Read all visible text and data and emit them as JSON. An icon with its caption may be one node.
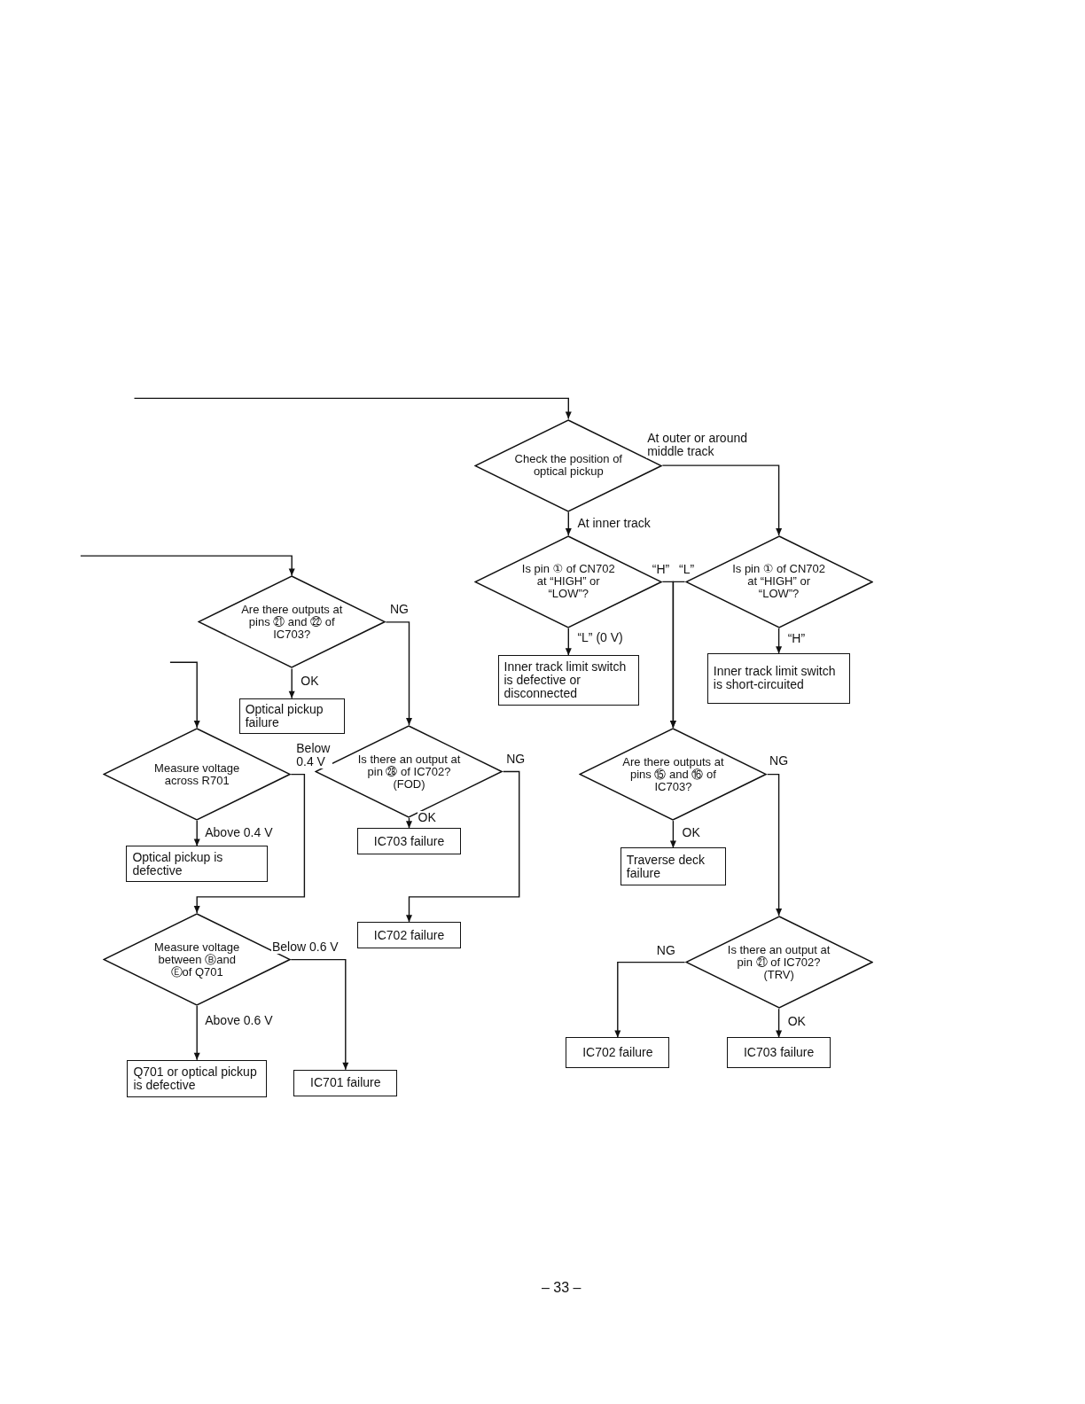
{
  "diagram": {
    "nodes": [
      {
        "text": [
          "Check the position of optical pickup"
        ]
      },
      {
        "text": [
          "Is pin ① of CN702 at “HIGH” or “LOW”?"
        ]
      },
      {
        "text": [
          "Is pin ① of CN702 at “HIGH” or “LOW”?"
        ]
      },
      {
        "text": [
          "Inner track limit switch is defective or disconnected"
        ]
      },
      {
        "text": [
          "Inner track limit switch is short-circuited"
        ]
      },
      {
        "text": [
          "Are there outputs at pins ㉑ and ㉒ of IC703?"
        ]
      },
      {
        "text": [
          "Optical pickup failure"
        ]
      },
      {
        "text": [
          "Is there an output at pin ㉘ of IC702? (FOD)"
        ]
      },
      {
        "text": [
          "IC703 failure"
        ]
      },
      {
        "text": [
          "IC702 failure"
        ]
      },
      {
        "text": [
          "Are there outputs at pins ⑮ and ⑯ of IC703?"
        ]
      },
      {
        "text": [
          "Traverse deck failure"
        ]
      },
      {
        "text": [
          "Measure voltage across R701"
        ]
      },
      {
        "text": [
          "Optical pickup is defective"
        ]
      },
      {
        "text": [
          "Is there an output at pin ㉑ of IC702? (TRV)"
        ]
      },
      {
        "text": [
          "Measure voltage between Ⓑand Ⓔof Q701"
        ]
      },
      {
        "text": [
          "Q701 or optical pickup is defective"
        ]
      },
      {
        "text": [
          "IC701 failure"
        ]
      },
      {
        "text": [
          "IC702 failure"
        ]
      },
      {
        "text": [
          "IC703 failure"
        ]
      }
    ],
    "edges": [
      {
        "from": null,
        "to": 0,
        "arrow": "to"
      },
      {
        "from": 0,
        "to": 1,
        "arrow": "to",
        "label": "At inner track"
      },
      {
        "from": 0,
        "to": 2,
        "arrow": "to",
        "label": "At outer or around middle track"
      },
      {
        "from": 1,
        "to": 10,
        "arrow": "to",
        "label": "“H”"
      },
      {
        "from": 2,
        "to": 10,
        "arrow": "to",
        "label": "“L”"
      },
      {
        "from": 1,
        "to": 3,
        "arrow": "to",
        "label": "“L” (0 V)"
      },
      {
        "from": 2,
        "to": 4,
        "arrow": "to",
        "label": "“H”"
      },
      {
        "from": null,
        "to": 5,
        "arrow": "to"
      },
      {
        "from": 5,
        "to": 6,
        "arrow": "to",
        "label": "OK"
      },
      {
        "from": 5,
        "to": 7,
        "arrow": "to",
        "label": "NG"
      },
      {
        "from": 7,
        "to": 8,
        "arrow": "to",
        "label": "OK"
      },
      {
        "from": 7,
        "to": 9,
        "arrow": "to",
        "label": "NG"
      },
      {
        "from": 10,
        "to": 11,
        "arrow": "to",
        "label": "OK"
      },
      {
        "from": 10,
        "to": 14,
        "arrow": "to",
        "label": "NG"
      },
      {
        "from": null,
        "to": 12,
        "arrow": "to"
      },
      {
        "from": 12,
        "to": 13,
        "arrow": "to",
        "label": "Above 0.4 V"
      },
      {
        "from": 12,
        "to": 15,
        "arrow": "to",
        "label": "Below 0.4 V"
      },
      {
        "from": 14,
        "to": 18,
        "arrow": "to",
        "label": "NG"
      },
      {
        "from": 14,
        "to": 19,
        "arrow": "to",
        "label": "OK"
      },
      {
        "from": 15,
        "to": 16,
        "arrow": "to",
        "label": "Above 0.6 V"
      },
      {
        "from": 15,
        "to": 17,
        "arrow": "to",
        "label": "Below 0.6 V"
      }
    ],
    "labels": [
      "– 33 –"
    ]
  }
}
